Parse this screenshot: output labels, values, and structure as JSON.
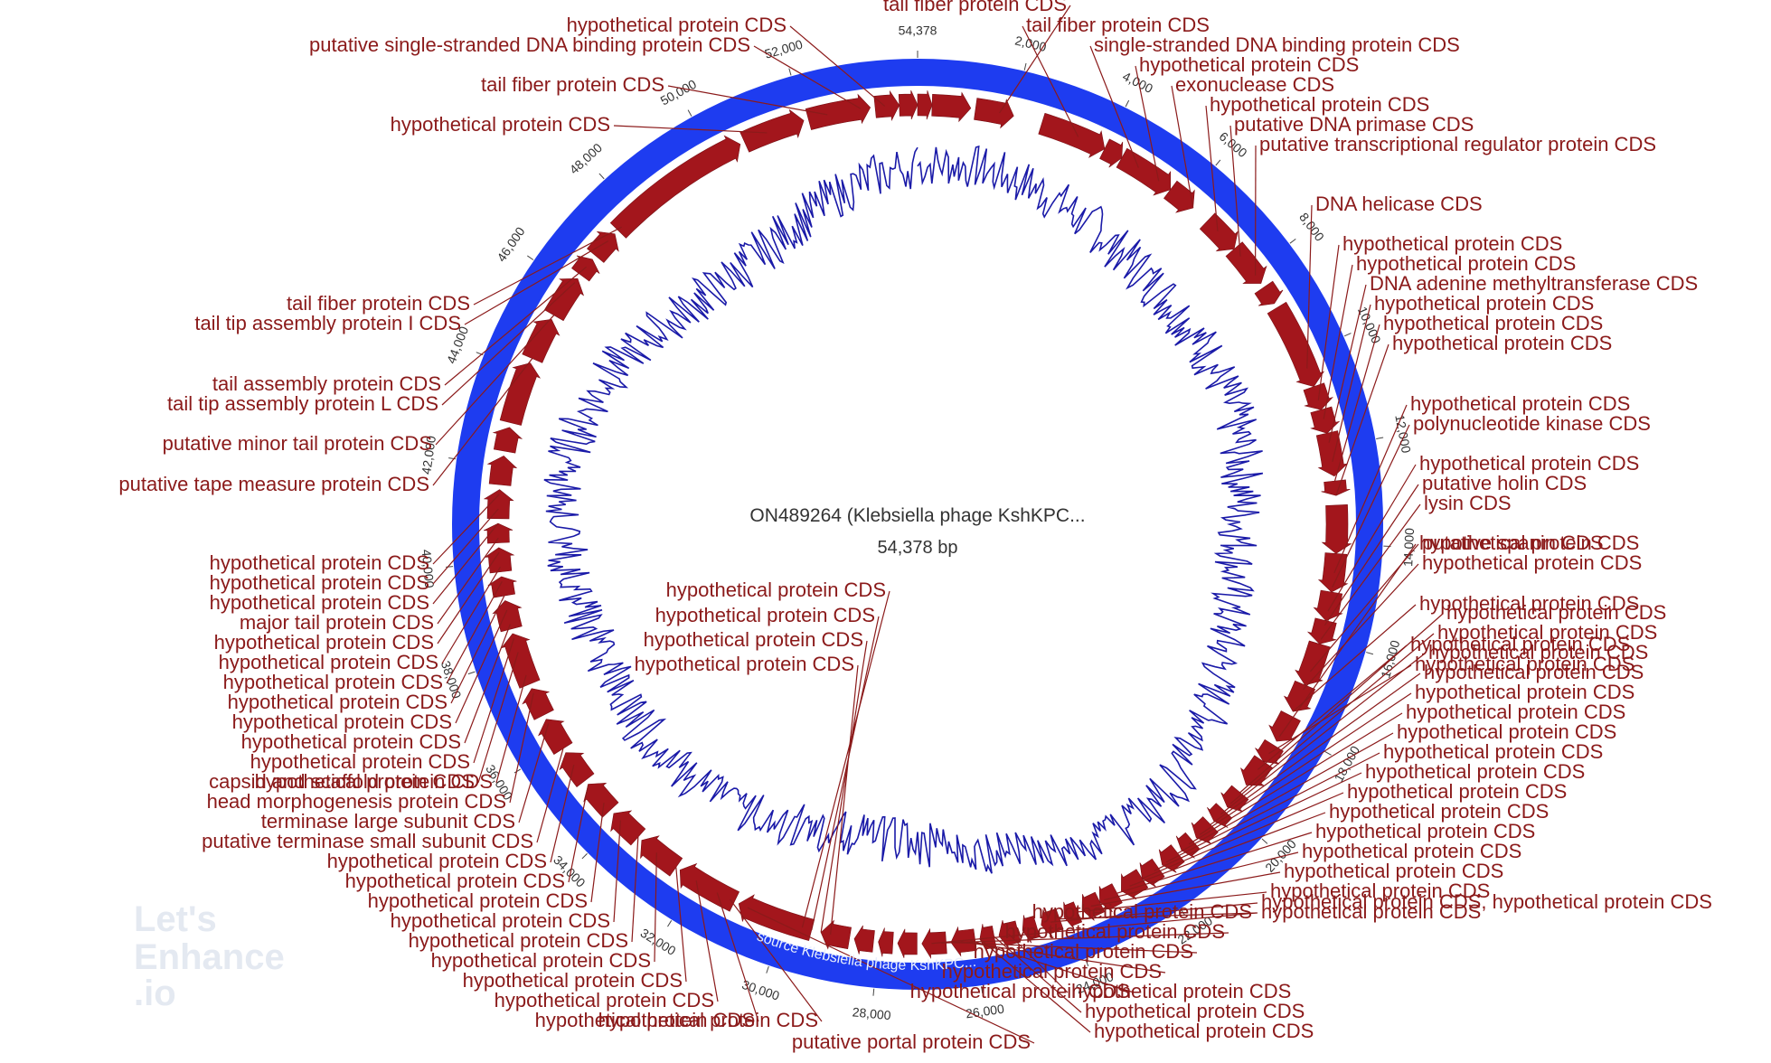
{
  "sequence": {
    "title": "ON489264 (Klebsiella phage KshKPC...",
    "length_label": "54,378 bp",
    "length_bp": 54378,
    "source_label": "source Klebsiella phage KshKPC..."
  },
  "ticks": [
    "54,378",
    "2,000",
    "4,000",
    "6,000",
    "8,000",
    "10,000",
    "12,000",
    "14,000",
    "16,000",
    "18,000",
    "20,000",
    "22,000",
    "24,000",
    "26,000",
    "28,000",
    "30,000",
    "32,000",
    "34,000",
    "36,000",
    "38,000",
    "40,000",
    "42,000",
    "44,000",
    "46,000",
    "48,000",
    "50,000",
    "52,000"
  ],
  "colors": {
    "backbone": "#1e3cf0",
    "cds": "#a3161c",
    "label": "#8b1a1a",
    "gc_plot": "#1a1aa8"
  },
  "watermark": {
    "line1": "Let's",
    "line2": "Enhance",
    "line3": ".io"
  },
  "labels": [
    "tail fiber protein CDS",
    "hypothetical protein CDS",
    "putative single-stranded DNA binding protein CDS",
    "tail fiber protein CDS",
    "single-stranded DNA binding protein CDS",
    "hypothetical protein CDS",
    "exonuclease CDS",
    "tail fiber protein CDS",
    "hypothetical protein CDS",
    "putative DNA primase CDS",
    "putative transcriptional regulator protein CDS",
    "hypothetical protein CDS",
    "DNA helicase CDS",
    "hypothetical protein CDS",
    "hypothetical protein CDS",
    "DNA adenine methyltransferase CDS",
    "hypothetical protein CDS",
    "hypothetical protein CDS",
    "hypothetical protein CDS",
    "tail fiber protein CDS",
    "tail tip assembly protein I CDS",
    "tail assembly protein CDS",
    "tail tip assembly protein L CDS",
    "hypothetical protein CDS",
    "polynucleotide kinase CDS",
    "putative minor tail protein CDS",
    "hypothetical protein CDS",
    "putative holin CDS",
    "putative tape measure protein CDS",
    "lysin CDS",
    "putative spanin CDS",
    "hypothetical protein CDS",
    "hypothetical protein CDS",
    "hypothetical protein CDS",
    "hypothetical protein CDS",
    "hypothetical protein CDS",
    "major tail protein CDS",
    "hypothetical protein CDS",
    "hypothetical protein CDS",
    "hypothetical protein CDS",
    "hypothetical protein CDS",
    "hypothetical protein CDS",
    "hypothetical protein CDS",
    "hypothetical protein CDS",
    "hypothetical protein CDS",
    "capsid and scaffold protein CDS",
    "head morphogenesis protein CDS",
    "terminase large subunit CDS",
    "putative terminase small subunit CDS",
    "hypothetical protein CDS",
    "hypothetical protein CDS",
    "hypothetical protein CDS",
    "hypothetical protein CDS",
    "hypothetical protein CDS",
    "hypothetical protein CDS",
    "hypothetical protein CDS",
    "hypothetical protein CDS",
    "hypothetical protein CDS",
    "hypothetical protein CDS",
    "putative portal protein CDS",
    "hypothetical protein CDS",
    "hypothetical protein CDS",
    "hypothetical protein CDS",
    "hypothetical protein CDS",
    "hypothetical protein CDS",
    "hypothetical protein CDS",
    "hypothetical protein CDS",
    "hypothetical protein CDS",
    "hypothetical protein CDS",
    "hypothetical protein CDS",
    "hypothetical protein CDS",
    "hypothetical protein CDS",
    "hypothetical protein CDS",
    "hypothetical protein CDS",
    "hypothetical protein CDS",
    "hypothetical protein CDS",
    "hypothetical protein CDS",
    "hypothetical protein CDS",
    "hypothetical protein CDS",
    "hypothetical protein CDS",
    "hypothetical protein CDS, hypothetical protein CDS",
    "hypothetical protein CDS",
    "hypothetical protein CDS",
    "hypothetical protein CDS",
    "hypothetical protein CDS",
    "hypothetical protein CDS",
    "hypothetical protein CDS",
    "hypothetical protein CDS",
    "hypothetical protein CDS",
    "hypothetical protein CDS",
    "hypothetical protein CDS",
    "hypothetical protein CDS"
  ]
}
